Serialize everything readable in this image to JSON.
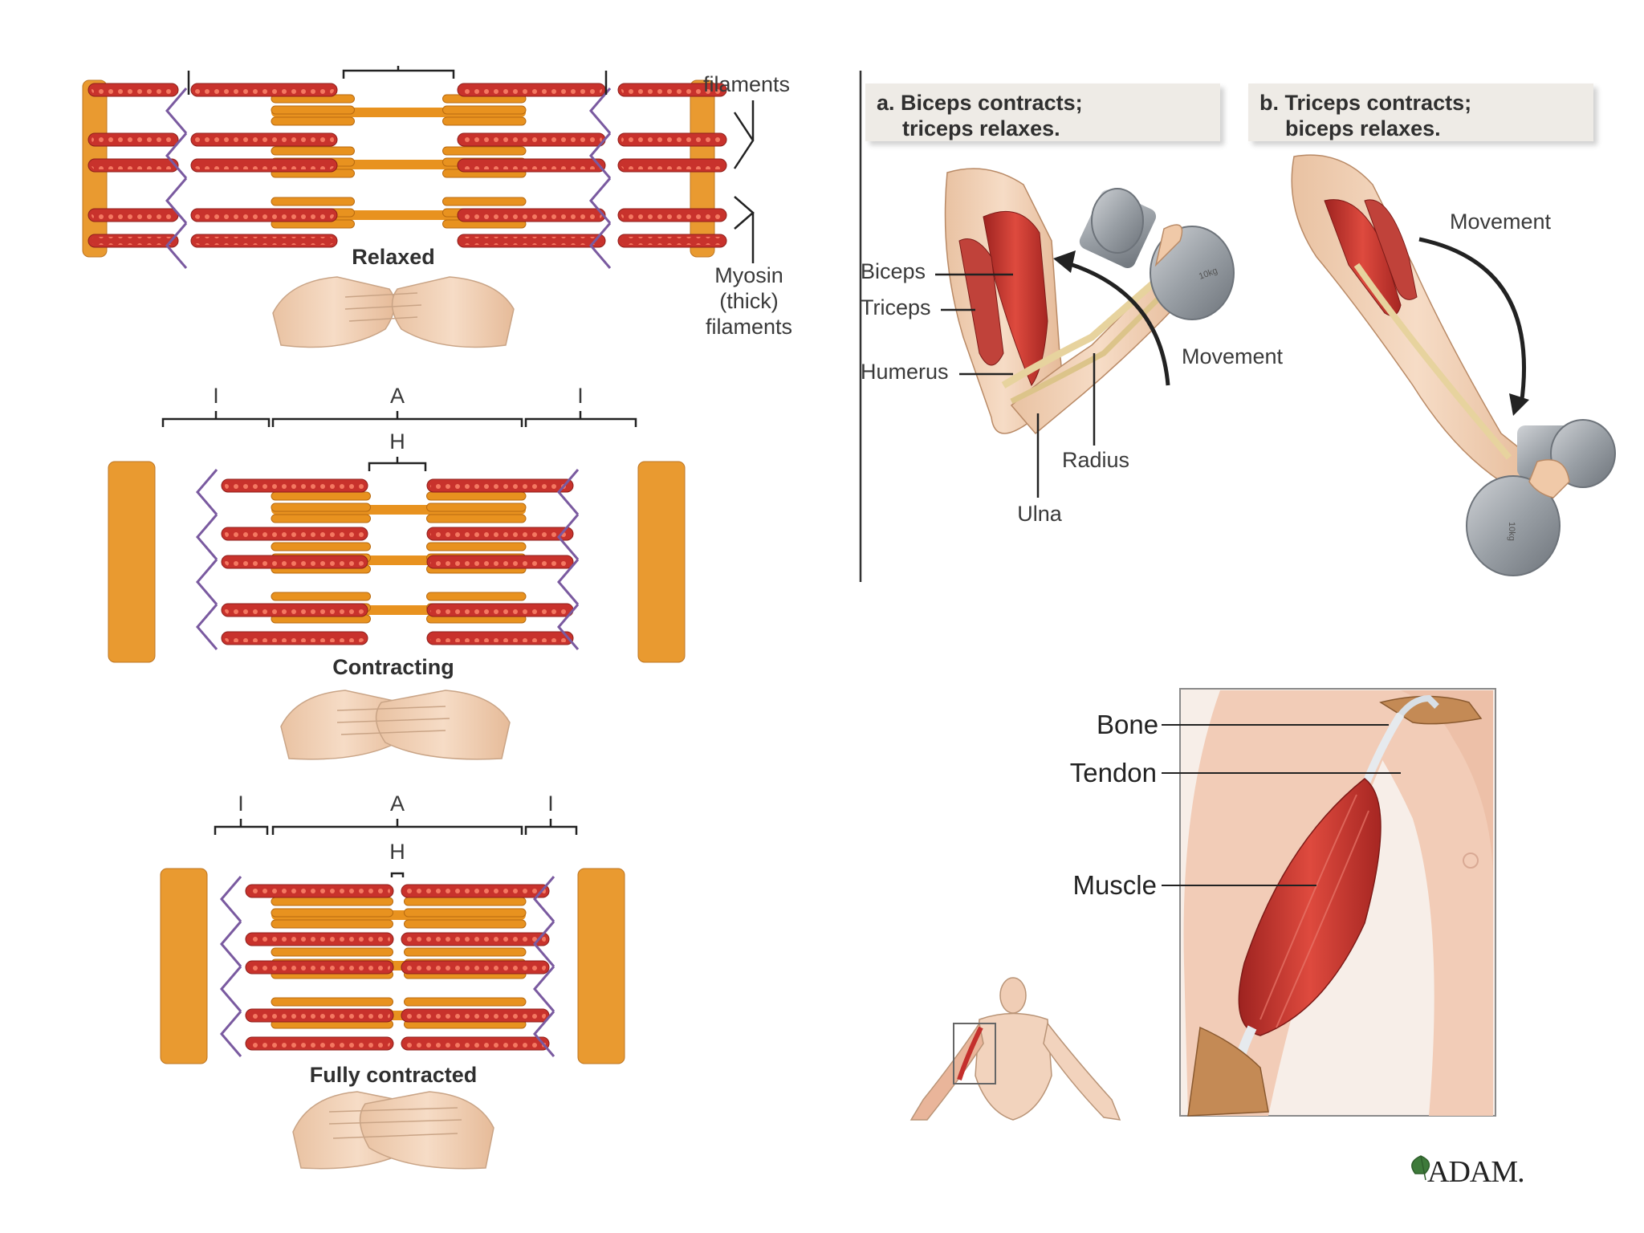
{
  "sarcomere": {
    "relaxed": {
      "title": "Relaxed",
      "actin_label_tail": "filaments",
      "myosin_label": [
        "Myosin",
        "(thick)",
        "filaments"
      ]
    },
    "contracting": {
      "title": "Contracting",
      "band_i_left": "I",
      "band_a": "A",
      "band_i_right": "I",
      "zone_h": "H"
    },
    "fully": {
      "title": "Fully contracted",
      "band_i_left": "I",
      "band_a": "A",
      "band_i_right": "I",
      "zone_h": "H"
    }
  },
  "arm": {
    "panel_a": {
      "title_line1": "a. Biceps contracts;",
      "title_line2": "triceps relaxes."
    },
    "panel_b": {
      "title_line1": "b. Triceps contracts;",
      "title_line2": "biceps relaxes."
    },
    "labels": {
      "biceps": "Biceps",
      "triceps": "Triceps",
      "humerus": "Humerus",
      "radius": "Radius",
      "ulna": "Ulna",
      "movement_a": "Movement",
      "movement_b": "Movement",
      "dumbbell": "10kg"
    }
  },
  "adam": {
    "bone": "Bone",
    "tendon": "Tendon",
    "muscle": "Muscle",
    "logo": "ADAM."
  },
  "colors": {
    "myosin": "#e8921f",
    "actin": "#c8322c",
    "actin_bead": "#d9443a",
    "link": "#7a5aa0",
    "skin": "#f2d3b8",
    "muscle": "#c4302c",
    "bone": "#e8d5a6"
  }
}
